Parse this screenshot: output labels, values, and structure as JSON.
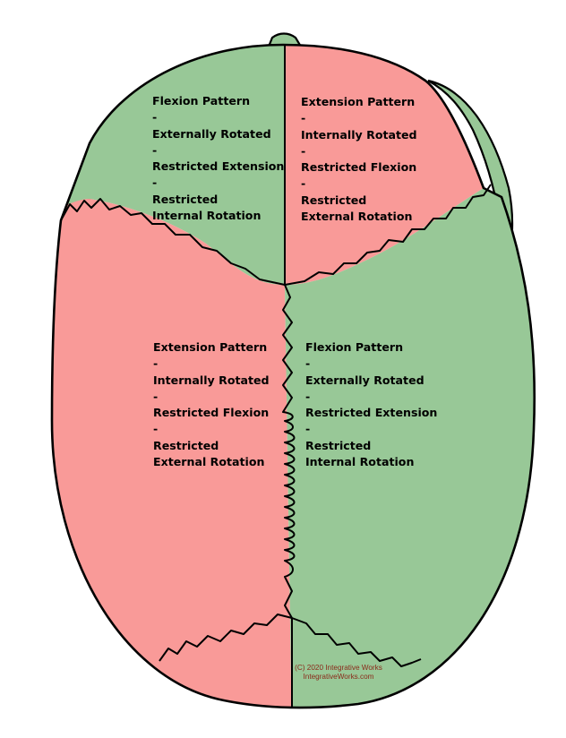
{
  "regions": {
    "upper_left": {
      "fill": "#98c897",
      "lines": [
        "Flexion Pattern",
        "-",
        "Externally Rotated",
        "-",
        "Restricted Extension",
        "-",
        "Restricted",
        "Internal Rotation"
      ]
    },
    "upper_right": {
      "fill": "#f99a98",
      "lines": [
        "Extension Pattern",
        "-",
        "Internally Rotated",
        "-",
        "Restricted Flexion",
        "-",
        "Restricted",
        "External Rotation"
      ]
    },
    "lower_left": {
      "fill": "#f99a98",
      "lines": [
        "Extension Pattern",
        "-",
        "Internally Rotated",
        "-",
        "Restricted Flexion",
        "-",
        "Restricted",
        "External Rotation"
      ]
    },
    "lower_right": {
      "fill": "#98c897",
      "lines": [
        "Flexion Pattern",
        "-",
        "Externally Rotated",
        "-",
        "Restricted Extension",
        "-",
        "Restricted",
        "Internal Rotation"
      ]
    }
  },
  "copyright": {
    "line1": "(C) 2020 Integrative Works",
    "line2": "IntegrativeWorks.com"
  },
  "colors": {
    "green": "#98c897",
    "red": "#f99a98",
    "outline": "#000000"
  }
}
